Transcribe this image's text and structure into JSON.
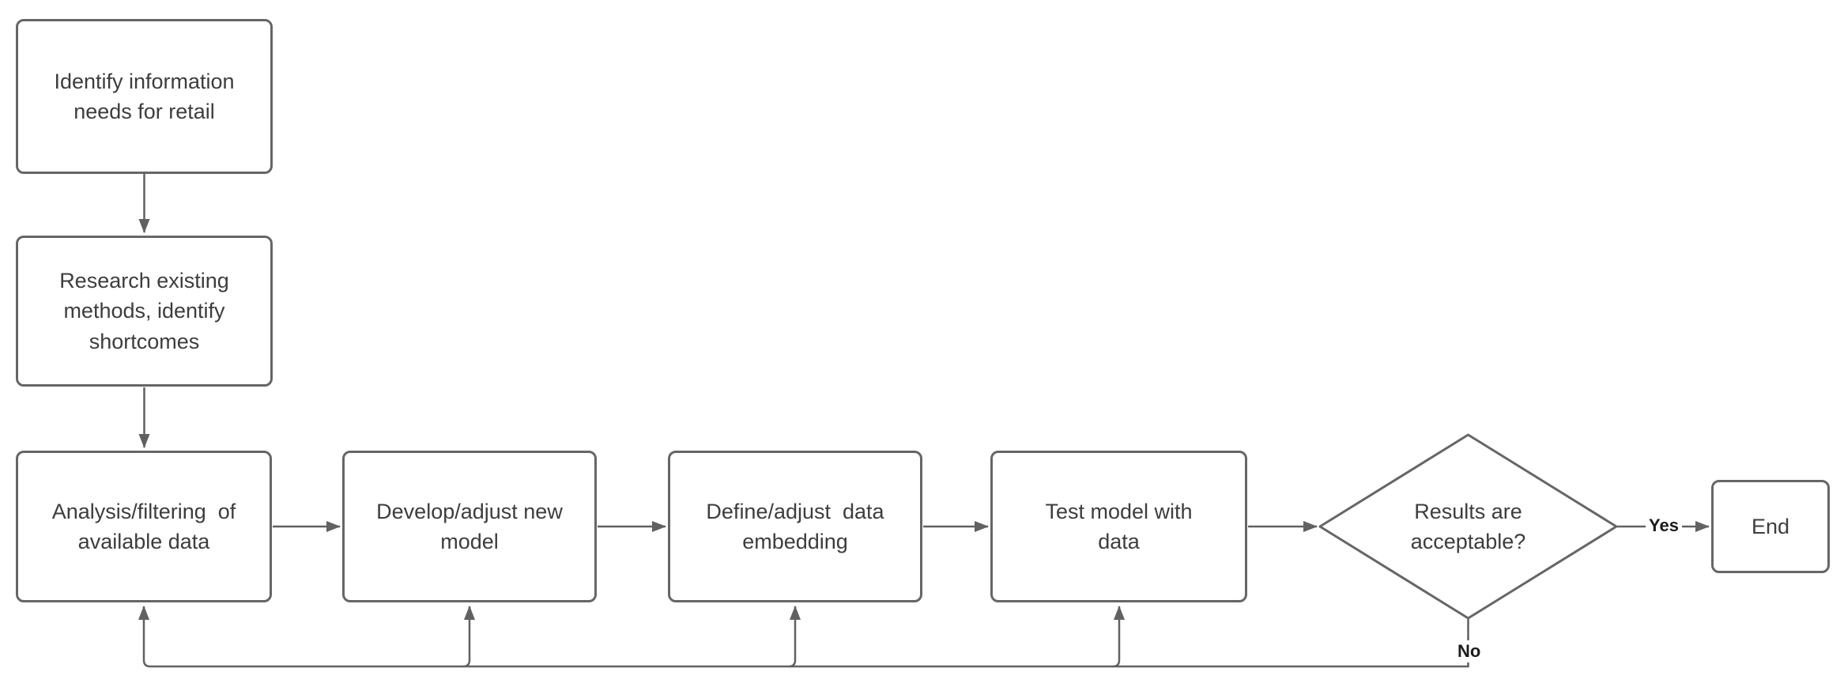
{
  "diagram": {
    "type": "flowchart",
    "background_color": "#ffffff",
    "shape_stroke_color": "#666666",
    "connector_color": "#616161",
    "text_color": "#3d3d3d",
    "edge_label_color": "#1c1c1c",
    "nodes": [
      {
        "id": "identify",
        "shape": "rounded-rectangle",
        "label": "Identify information\nneeds for retail"
      },
      {
        "id": "research",
        "shape": "rounded-rectangle",
        "label": "Research existing\nmethods, identify\nshortcomes"
      },
      {
        "id": "analysis",
        "shape": "rounded-rectangle",
        "label": "Analysis/filtering  of\navailable data"
      },
      {
        "id": "develop",
        "shape": "rounded-rectangle",
        "label": "Develop/adjust new\nmodel"
      },
      {
        "id": "define",
        "shape": "rounded-rectangle",
        "label": "Define/adjust  data\nembedding"
      },
      {
        "id": "test",
        "shape": "rounded-rectangle",
        "label": "Test model with\ndata"
      },
      {
        "id": "decision",
        "shape": "diamond",
        "label": "Results are\nacceptable?"
      },
      {
        "id": "end",
        "shape": "rounded-rectangle",
        "label": "End"
      }
    ],
    "edge_labels": {
      "yes": "Yes",
      "no": "No"
    },
    "edges": [
      {
        "from": "identify",
        "to": "research",
        "label": ""
      },
      {
        "from": "research",
        "to": "analysis",
        "label": ""
      },
      {
        "from": "analysis",
        "to": "develop",
        "label": ""
      },
      {
        "from": "develop",
        "to": "define",
        "label": ""
      },
      {
        "from": "define",
        "to": "test",
        "label": ""
      },
      {
        "from": "test",
        "to": "decision",
        "label": ""
      },
      {
        "from": "decision",
        "to": "end",
        "label": "Yes"
      },
      {
        "from": "decision",
        "to": "analysis",
        "label": "No"
      },
      {
        "from": "decision",
        "to": "develop",
        "label": "No"
      },
      {
        "from": "decision",
        "to": "define",
        "label": "No"
      },
      {
        "from": "decision",
        "to": "test",
        "label": "No"
      }
    ]
  }
}
